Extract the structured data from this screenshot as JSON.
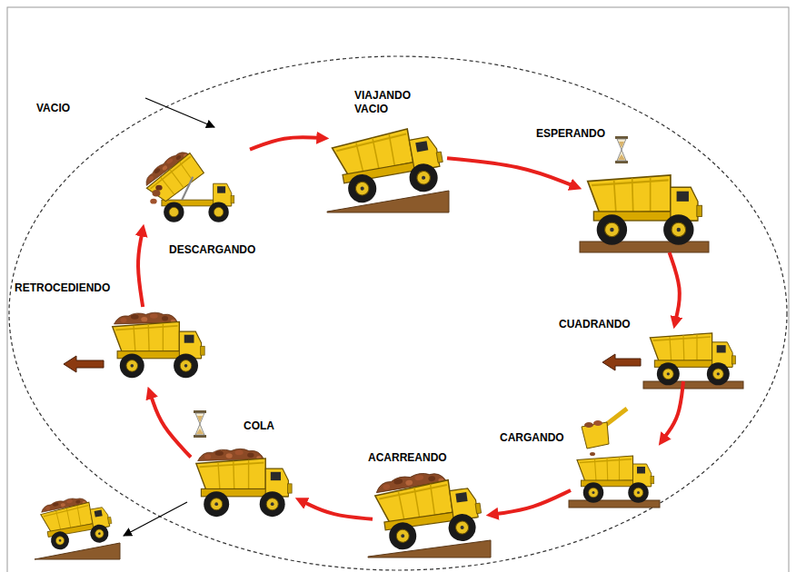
{
  "diagram": {
    "nodes": [
      {
        "text": [
          "DESCARGANDO"
        ]
      },
      {
        "text": [
          "VIAJANDO VACIO"
        ]
      },
      {
        "text": [
          "ESPERANDO"
        ]
      },
      {
        "text": [
          "CUADRANDO"
        ]
      },
      {
        "text": [
          "CARGANDO"
        ]
      },
      {
        "text": [
          "ACARREANDO"
        ]
      },
      {
        "text": [
          "COLA"
        ]
      },
      {
        "text": [
          "RETROCEDIENDO"
        ]
      }
    ],
    "edges": [
      {
        "from": 0,
        "to": 1,
        "arrow": "to"
      },
      {
        "from": 1,
        "to": 2,
        "arrow": "to"
      },
      {
        "from": 2,
        "to": 3,
        "arrow": "to"
      },
      {
        "from": 3,
        "to": 4,
        "arrow": "to"
      },
      {
        "from": 4,
        "to": 5,
        "arrow": "to"
      },
      {
        "from": 5,
        "to": 6,
        "arrow": "to"
      },
      {
        "from": 6,
        "to": 7,
        "arrow": "to"
      },
      {
        "from": 7,
        "to": 0,
        "arrow": "to"
      }
    ],
    "labels": [
      "VACIO"
    ]
  }
}
